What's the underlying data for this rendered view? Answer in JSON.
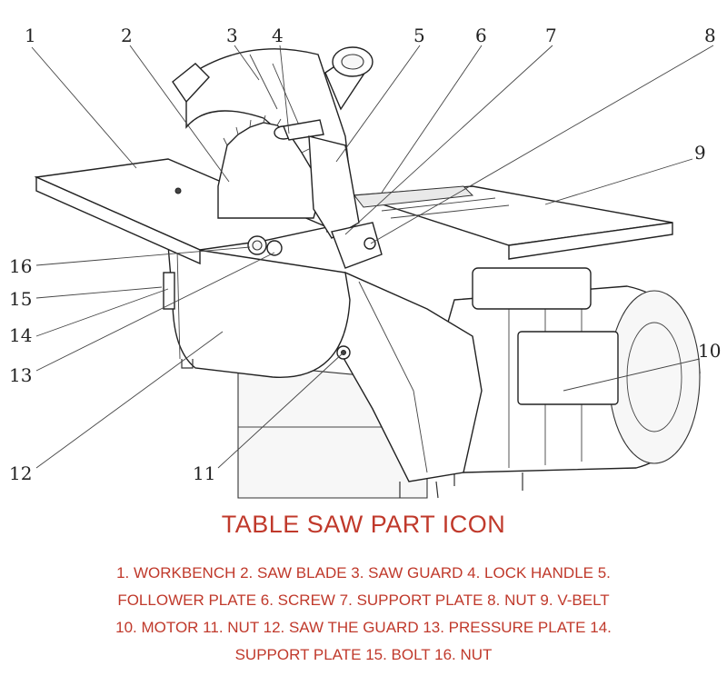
{
  "diagram": {
    "callouts": [
      "1",
      "2",
      "3",
      "4",
      "5",
      "6",
      "7",
      "8",
      "9",
      "10",
      "11",
      "12",
      "13",
      "14",
      "15",
      "16"
    ]
  },
  "title": "TABLE SAW PART ICON",
  "legend_lines": [
    "1. WORKBENCH 2. SAW BLADE 3. SAW GUARD 4. LOCK HANDLE 5.",
    "FOLLOWER PLATE 6. SCREW 7. SUPPORT PLATE 8. NUT 9. V-BELT",
    "10. MOTOR 11. NUT 12. SAW THE GUARD 13. PRESSURE PLATE 14.",
    "SUPPORT PLATE 15. BOLT 16. NUT"
  ],
  "colors": {
    "title": "#c0392b",
    "legend": "#c0392b",
    "line_art": "#222222"
  }
}
